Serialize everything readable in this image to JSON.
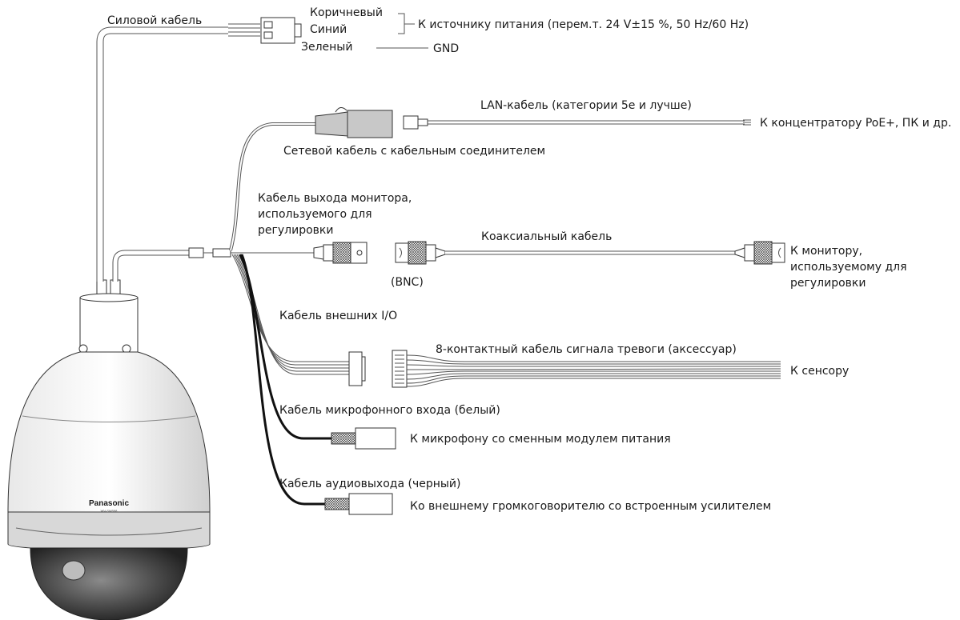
{
  "labels": {
    "power_cable": "Силовой кабель",
    "brown": "Коричневый",
    "blue": "Синий",
    "green": "Зеленый",
    "to_power": "К источнику питания (перем.т. 24 V±15 %, 50 Hz/60 Hz)",
    "gnd": "GND",
    "lan_cable": "LAN-кабель (категории 5е и лучше)",
    "to_hub": "К концентратору PoE+, ПК и др.",
    "network_cable": "Сетевой кабель с кабельным соединителем",
    "monitor_out_1": "Кабель выхода монитора,",
    "monitor_out_2": "используемого для",
    "monitor_out_3": "регулировки",
    "coax_cable": "Коаксиальный кабель",
    "bnc": "(BNC)",
    "to_monitor_1": "К монитору,",
    "to_monitor_2": "используемому для",
    "to_monitor_3": "регулировки",
    "ext_io": "Кабель внешних I/O",
    "alarm_cable": "8-контактный кабель сигнала тревоги (аксессуар)",
    "to_sensor": "К сенсору",
    "mic_in": "Кабель микрофонного входа (белый)",
    "to_mic": "К микрофону со сменным модулем питания",
    "audio_out": "Кабель аудиовыхода (черный)",
    "to_speaker": "Ко внешнему громкоговорителю со встроенным усилителем"
  },
  "camera": {
    "brand": "Panasonic",
    "model": "WV-SW598"
  }
}
